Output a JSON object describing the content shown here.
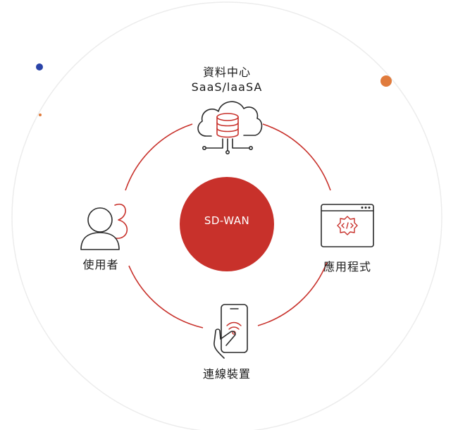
{
  "center": {
    "label": "SD-WAN"
  },
  "nodes": {
    "top": {
      "line1": "資料中心",
      "line2": "SaaS/laaSA",
      "icon": "cloud-database-icon"
    },
    "left": {
      "label": "使用者",
      "icon": "user-icon"
    },
    "right": {
      "label": "應用程式",
      "icon": "app-window-code-icon"
    },
    "bottom": {
      "label": "連線裝置",
      "icon": "phone-touch-icon"
    }
  },
  "colors": {
    "accent_red": "#c8312b",
    "outer_circle": "#ececec",
    "icon_stroke": "#2a2a2a",
    "dot_blue": "#2a44a8",
    "dot_orange": "#e07b3c"
  }
}
